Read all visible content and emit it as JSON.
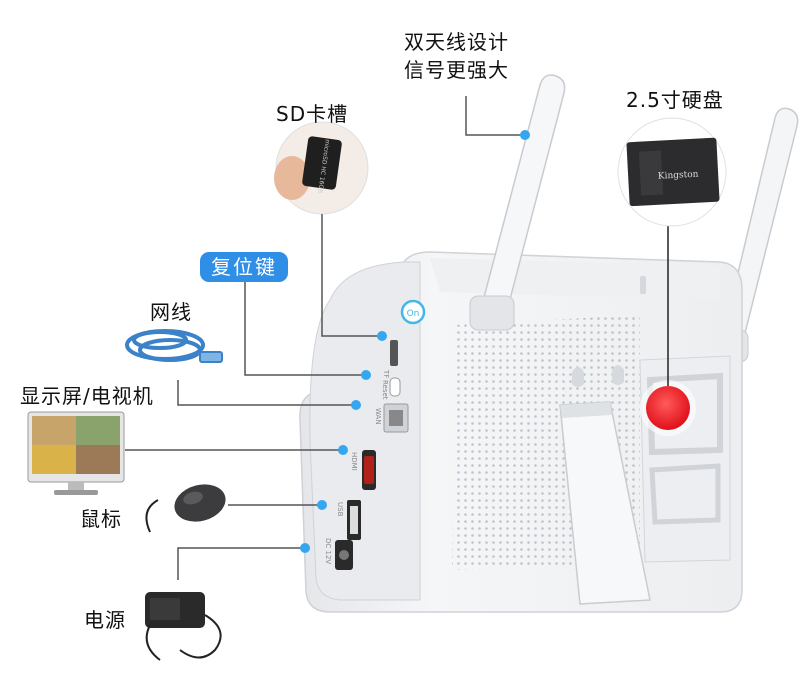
{
  "labels": {
    "antenna_line1": "双天线设计",
    "antenna_line2": "信号更强大",
    "sd_slot": "SD卡槽",
    "hdd": "2.5寸硬盘",
    "reset_key": "复位键",
    "network_cable": "网线",
    "display": "显示屏/电视机",
    "mouse": "鼠标",
    "power": "电源"
  },
  "product_text": {
    "sd_card_text": "microSD HC 16GB",
    "hdd_brand": "Kingston",
    "power_button": "On",
    "port_tf": "TF",
    "port_reset": "Reset",
    "port_wan": "WAN",
    "port_hdmi": "HDMI",
    "port_usb": "USB",
    "port_dc": "DC 12V"
  },
  "colors": {
    "accent_blue": "#2f8ee6",
    "dot_blue": "#35a7f0",
    "hdd_indicator_red": "#ee1c24",
    "device_body": "#f2f3f5",
    "leader_line": "#555555"
  }
}
